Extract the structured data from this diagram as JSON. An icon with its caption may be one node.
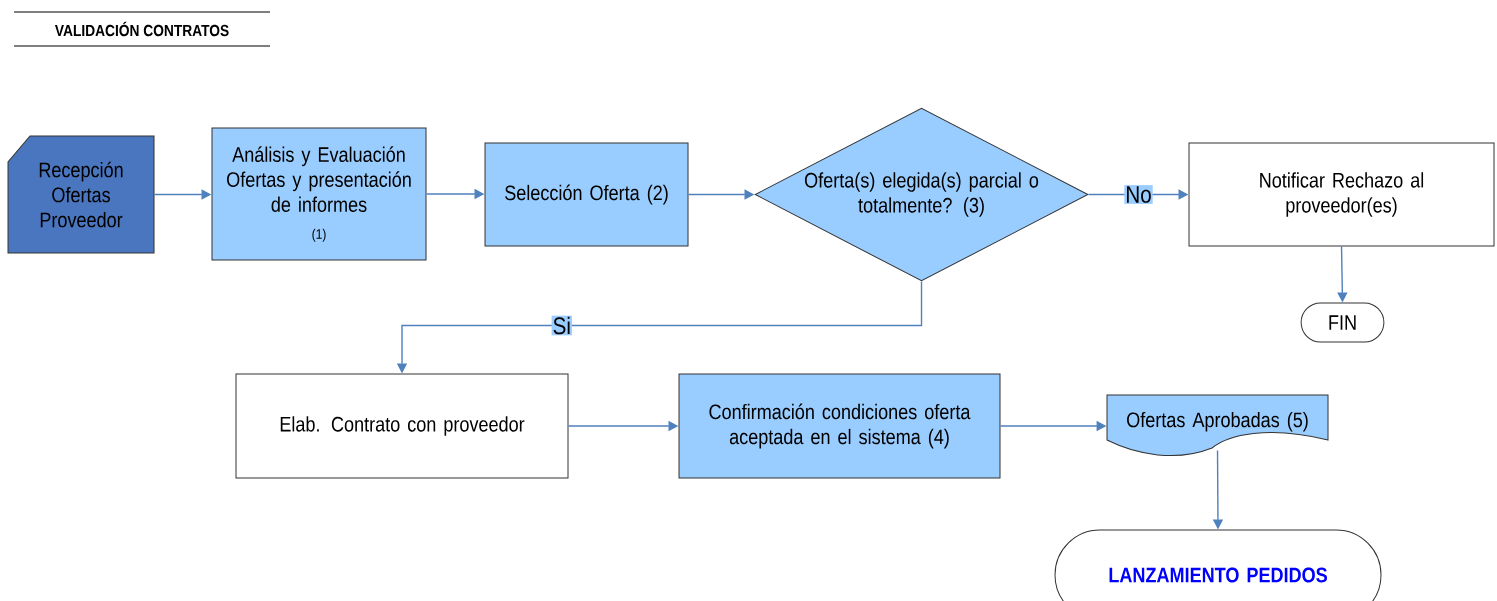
{
  "diagram": {
    "title": "VALIDACIÓN CONTRATOS",
    "nodes": [
      {
        "text": [
          "Recepción Ofertas Proveedor"
        ]
      },
      {
        "text": [
          "Análisis y Evaluación Ofertas y presentación de informes",
          "(1)"
        ]
      },
      {
        "text": [
          "Selección Oferta (2)"
        ]
      },
      {
        "text": [
          "Oferta(s) elegida(s) parcial o totalmente? (3)"
        ]
      },
      {
        "text": [
          "Notificar Rechazo al proveedor(es)"
        ]
      },
      {
        "text": [
          "FIN"
        ]
      },
      {
        "text": [
          "Elab. Contrato con proveedor"
        ]
      },
      {
        "text": [
          "Confirmación condiciones oferta aceptada en el sistema (4)"
        ]
      },
      {
        "text": [
          "Ofertas Aprobadas (5)"
        ]
      },
      {
        "text": [
          "LANZAMIENTO PEDIDOS"
        ]
      }
    ],
    "edges": [
      {
        "from": 0,
        "to": 1,
        "arrow": "to"
      },
      {
        "from": 1,
        "to": 2,
        "arrow": "to"
      },
      {
        "from": 2,
        "to": 3,
        "arrow": "to"
      },
      {
        "from": 3,
        "to": 4,
        "arrow": "to",
        "label": "No"
      },
      {
        "from": 4,
        "to": 5,
        "arrow": "to"
      },
      {
        "from": 3,
        "to": 6,
        "arrow": "to",
        "label": "Si"
      },
      {
        "from": 6,
        "to": 7,
        "arrow": "to"
      },
      {
        "from": 7,
        "to": 8,
        "arrow": "to"
      },
      {
        "from": 8,
        "to": 9,
        "arrow": "to"
      }
    ]
  }
}
